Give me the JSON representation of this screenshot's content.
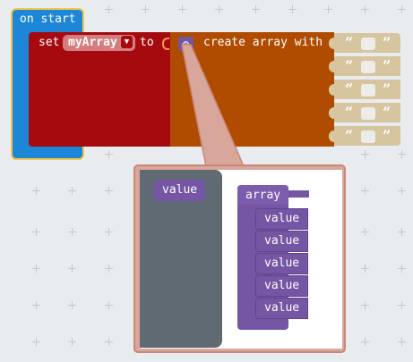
{
  "workspace": {
    "on_start_label": "on start",
    "set_label": "set",
    "variable_name": "myArray",
    "variable_caret": "▼",
    "to_label": "to",
    "create_array_label": "create array with",
    "text_slots": [
      {
        "open_quote": "“",
        "close_quote": "”"
      },
      {
        "open_quote": "“",
        "close_quote": "”"
      },
      {
        "open_quote": "“",
        "close_quote": "”"
      },
      {
        "open_quote": "“",
        "close_quote": "”"
      },
      {
        "open_quote": "“",
        "close_quote": "”"
      }
    ]
  },
  "mutator": {
    "flyout_block_label": "value",
    "container_label": "array",
    "items": [
      "value",
      "value",
      "value",
      "value",
      "value"
    ]
  },
  "colors": {
    "events_blue": "#1e86d6",
    "variables_red": "#a50a0f",
    "arrays_orange": "#b04c00",
    "text_tan": "#d6c59f",
    "mutator_purple": "#7456a4",
    "highlight_yellow": "#f2c84b"
  },
  "icons": {
    "gear": "gear-icon"
  }
}
